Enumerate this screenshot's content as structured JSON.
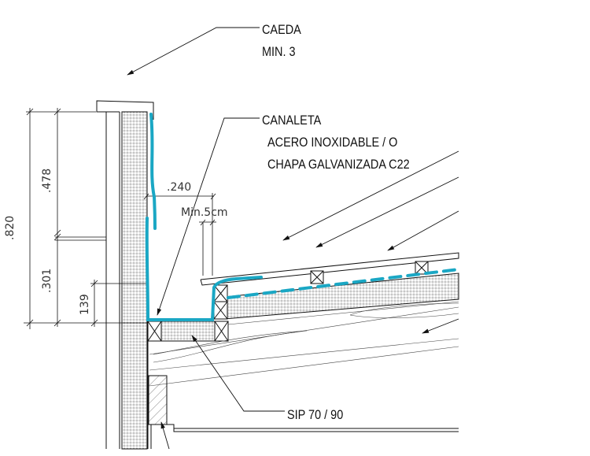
{
  "labels": {
    "slope": [
      "CAEDA",
      "MIN. 3"
    ],
    "gutter": [
      "CANALETA",
      "ACERO INOXIDABLE / O",
      "CHAPA GALVANIZADA C22"
    ],
    "panel": "SIP 70 / 90"
  },
  "dimensions": {
    "total": ".820",
    "upper": ".478",
    "lower": ".301",
    "base": "139",
    "gutter_width": ".240",
    "min_overlap": "Min.5cm"
  },
  "colors": {
    "membrane": "#1aa7c4",
    "line": "#111111"
  }
}
